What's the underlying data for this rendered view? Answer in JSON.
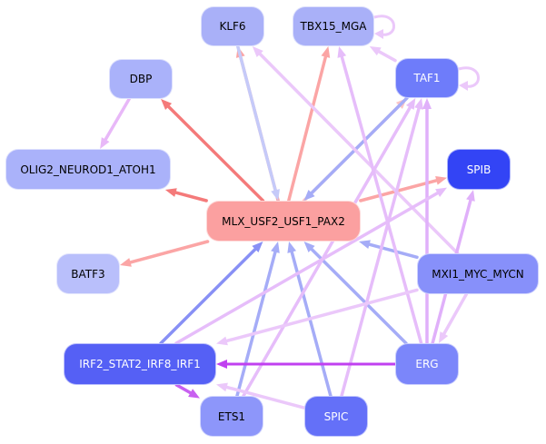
{
  "graph": {
    "type": "regulatory-network",
    "nodes": [
      {
        "id": "KLF6",
        "label": "KLF6",
        "fill": "#a9b0f8",
        "text": "#000000"
      },
      {
        "id": "TBX15_MGA",
        "label": "TBX15_MGA",
        "fill": "#a9b0f8",
        "text": "#000000"
      },
      {
        "id": "DBP",
        "label": "DBP",
        "fill": "#aab2fa",
        "text": "#000000"
      },
      {
        "id": "TAF1",
        "label": "TAF1",
        "fill": "#6e7cfa",
        "text": "#ffffff"
      },
      {
        "id": "OLIG2_NEUROD1_ATOH1",
        "label": "OLIG2_NEUROD1_ATOH1",
        "fill": "#aab2fa",
        "text": "#000000"
      },
      {
        "id": "SPIB",
        "label": "SPIB",
        "fill": "#3344f5",
        "text": "#ffffff"
      },
      {
        "id": "MLX_USF2_USF1_PAX2",
        "label": "MLX_USF2_USF1_PAX2",
        "fill": "#fba0a0",
        "text": "#000000"
      },
      {
        "id": "BATF3",
        "label": "BATF3",
        "fill": "#b9bffb",
        "text": "#000000"
      },
      {
        "id": "MXI1_MYC_MYCN",
        "label": "MXI1_MYC_MYCN",
        "fill": "#8790fa",
        "text": "#000000"
      },
      {
        "id": "IRF2_STAT2_IRF8_IRF1",
        "label": "IRF2_STAT2_IRF8_IRF1",
        "fill": "#5560f5",
        "text": "#ffffff"
      },
      {
        "id": "ERG",
        "label": "ERG",
        "fill": "#7b86fa",
        "text": "#ffffff"
      },
      {
        "id": "ETS1",
        "label": "ETS1",
        "fill": "#8d96fa",
        "text": "#000000"
      },
      {
        "id": "SPIC",
        "label": "SPIC",
        "fill": "#6470f8",
        "text": "#ffffff"
      }
    ],
    "edges": [
      {
        "from": "MLX_USF2_USF1_PAX2",
        "to": "DBP",
        "color": "#f47a7a"
      },
      {
        "from": "MLX_USF2_USF1_PAX2",
        "to": "OLIG2_NEUROD1_ATOH1",
        "color": "#f47a7a"
      },
      {
        "from": "MLX_USF2_USF1_PAX2",
        "to": "BATF3",
        "color": "#fba5a5"
      },
      {
        "from": "MLX_USF2_USF1_PAX2",
        "to": "KLF6",
        "color": "#fba5a5"
      },
      {
        "from": "MLX_USF2_USF1_PAX2",
        "to": "TBX15_MGA",
        "color": "#fba5a5"
      },
      {
        "from": "MLX_USF2_USF1_PAX2",
        "to": "SPIB",
        "color": "#fba5a5"
      },
      {
        "from": "MLX_USF2_USF1_PAX2",
        "to": "TAF1",
        "color": "#fbc5c5"
      },
      {
        "from": "KLF6",
        "to": "MLX_USF2_USF1_PAX2",
        "color": "#c5caf9"
      },
      {
        "from": "TAF1",
        "to": "MLX_USF2_USF1_PAX2",
        "color": "#a5acf7"
      },
      {
        "from": "MXI1_MYC_MYCN",
        "to": "MLX_USF2_USF1_PAX2",
        "color": "#a5acf7"
      },
      {
        "from": "IRF2_STAT2_IRF8_IRF1",
        "to": "MLX_USF2_USF1_PAX2",
        "color": "#8890f5"
      },
      {
        "from": "ETS1",
        "to": "MLX_USF2_USF1_PAX2",
        "color": "#a5acf7"
      },
      {
        "from": "SPIC",
        "to": "MLX_USF2_USF1_PAX2",
        "color": "#a5acf7"
      },
      {
        "from": "ERG",
        "to": "MLX_USF2_USF1_PAX2",
        "color": "#a5acf7"
      },
      {
        "from": "DBP",
        "to": "OLIG2_NEUROD1_ATOH1",
        "color": "#e8b8f8"
      },
      {
        "from": "MXI1_MYC_MYCN",
        "to": "KLF6",
        "color": "#ebc8fa"
      },
      {
        "from": "TAF1",
        "to": "TBX15_MGA",
        "color": "#ebc8fa"
      },
      {
        "from": "ERG",
        "to": "TBX15_MGA",
        "color": "#e6bdfa"
      },
      {
        "from": "SPIC",
        "to": "TAF1",
        "color": "#e6bdfa"
      },
      {
        "from": "ETS1",
        "to": "TAF1",
        "color": "#e6bdfa"
      },
      {
        "from": "ERG",
        "to": "TAF1",
        "color": "#e0b0fa"
      },
      {
        "from": "MXI1_MYC_MYCN",
        "to": "ERG",
        "color": "#ebc8fa"
      },
      {
        "from": "ERG",
        "to": "SPIB",
        "color": "#e0b0fa"
      },
      {
        "from": "IRF2_STAT2_IRF8_IRF1",
        "to": "SPIB",
        "color": "#e6bdfa"
      },
      {
        "from": "MXI1_MYC_MYCN",
        "to": "IRF2_STAT2_IRF8_IRF1",
        "color": "#ebc8fa"
      },
      {
        "from": "SPIC",
        "to": "IRF2_STAT2_IRF8_IRF1",
        "color": "#ebc8fa"
      },
      {
        "from": "ERG",
        "to": "IRF2_STAT2_IRF8_IRF1",
        "color": "#c040f0"
      },
      {
        "from": "IRF2_STAT2_IRF8_IRF1",
        "to": "ETS1",
        "color": "#c860f0"
      },
      {
        "from": "TBX15_MGA",
        "to": "TBX15_MGA",
        "color": "#ebc8fa"
      },
      {
        "from": "TAF1",
        "to": "TAF1",
        "color": "#ebc8fa"
      }
    ]
  }
}
